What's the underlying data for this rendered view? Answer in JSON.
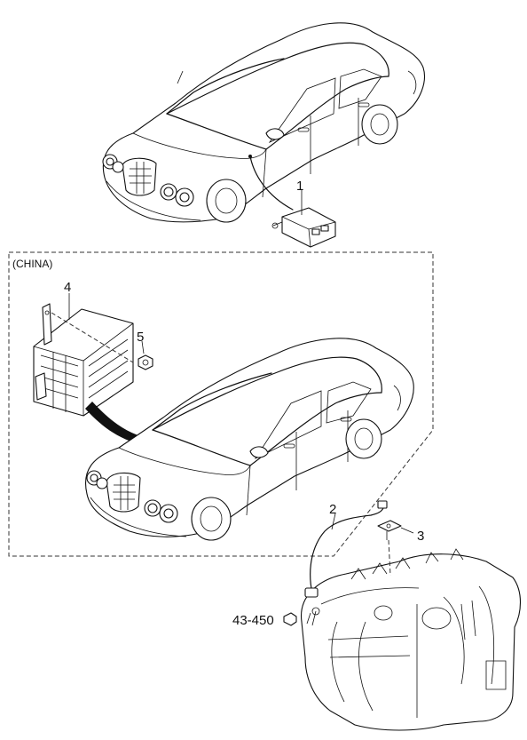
{
  "region_label": "(CHINA)",
  "callouts": {
    "p1": "1",
    "p2": "2",
    "p3": "3",
    "p4": "4",
    "p5": "5",
    "ref": "43-450"
  }
}
